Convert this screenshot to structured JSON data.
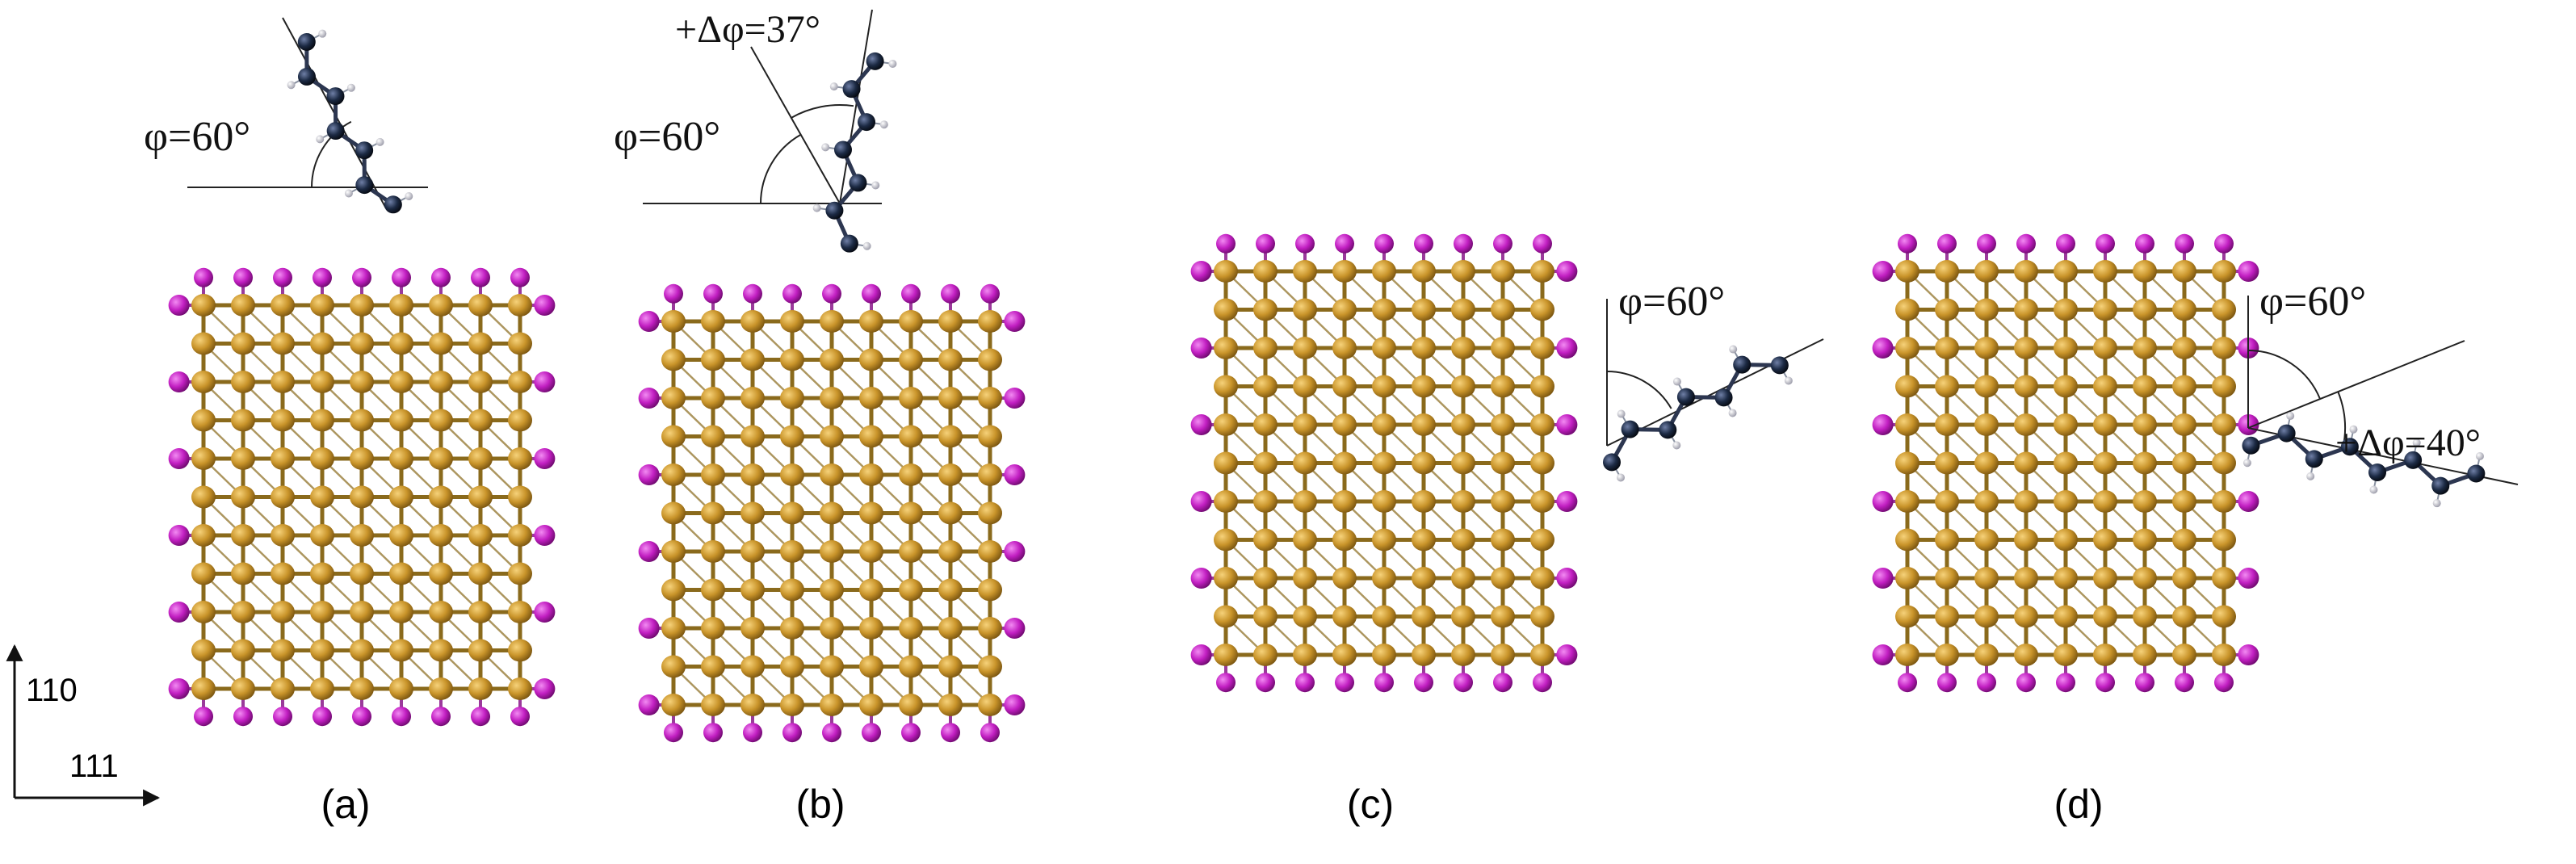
{
  "panels": [
    {
      "id": "a",
      "label": "(a)",
      "attachment": "top",
      "angle_labels": [
        {
          "text": "φ=60°"
        }
      ]
    },
    {
      "id": "b",
      "label": "(b)",
      "attachment": "top",
      "angle_labels": [
        {
          "text": "φ=60°"
        },
        {
          "text": "+Δφ=37°"
        }
      ]
    },
    {
      "id": "c",
      "label": "(c)",
      "attachment": "side",
      "angle_labels": [
        {
          "text": "φ=60°"
        }
      ]
    },
    {
      "id": "d",
      "label": "(d)",
      "attachment": "side",
      "angle_labels": [
        {
          "text": "φ=60°"
        },
        {
          "text": "+Δφ=40°"
        }
      ]
    }
  ],
  "axes": {
    "vertical_label": "110",
    "horizontal_label": "111"
  },
  "colors": {
    "core_atom": "#c9942a",
    "surface_atom": "#c21fc2",
    "chain_atom": "#1c2a44",
    "hydrogen": "#e6e6ee",
    "bond": "#8a6a1c",
    "guide_line": "#222222"
  }
}
